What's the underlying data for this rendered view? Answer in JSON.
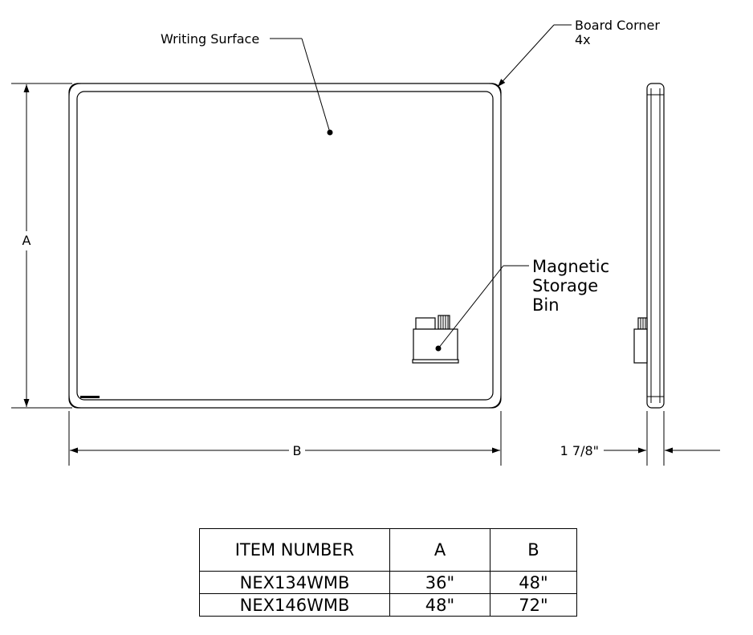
{
  "labels": {
    "writing_surface": "Writing Surface",
    "board_corner": "Board Corner",
    "corner_count": "4x",
    "magnetic_line1": "Magnetic",
    "magnetic_line2": "Storage",
    "magnetic_line3": "Bin",
    "dim_height": "A",
    "dim_width": "B",
    "dim_depth": "1 7/8\""
  },
  "table": {
    "headers": [
      "ITEM NUMBER",
      "A",
      "B"
    ],
    "rows": [
      [
        "NEX134WMB",
        "36\"",
        "48\""
      ],
      [
        "NEX146WMB",
        "48\"",
        "72\""
      ]
    ]
  }
}
